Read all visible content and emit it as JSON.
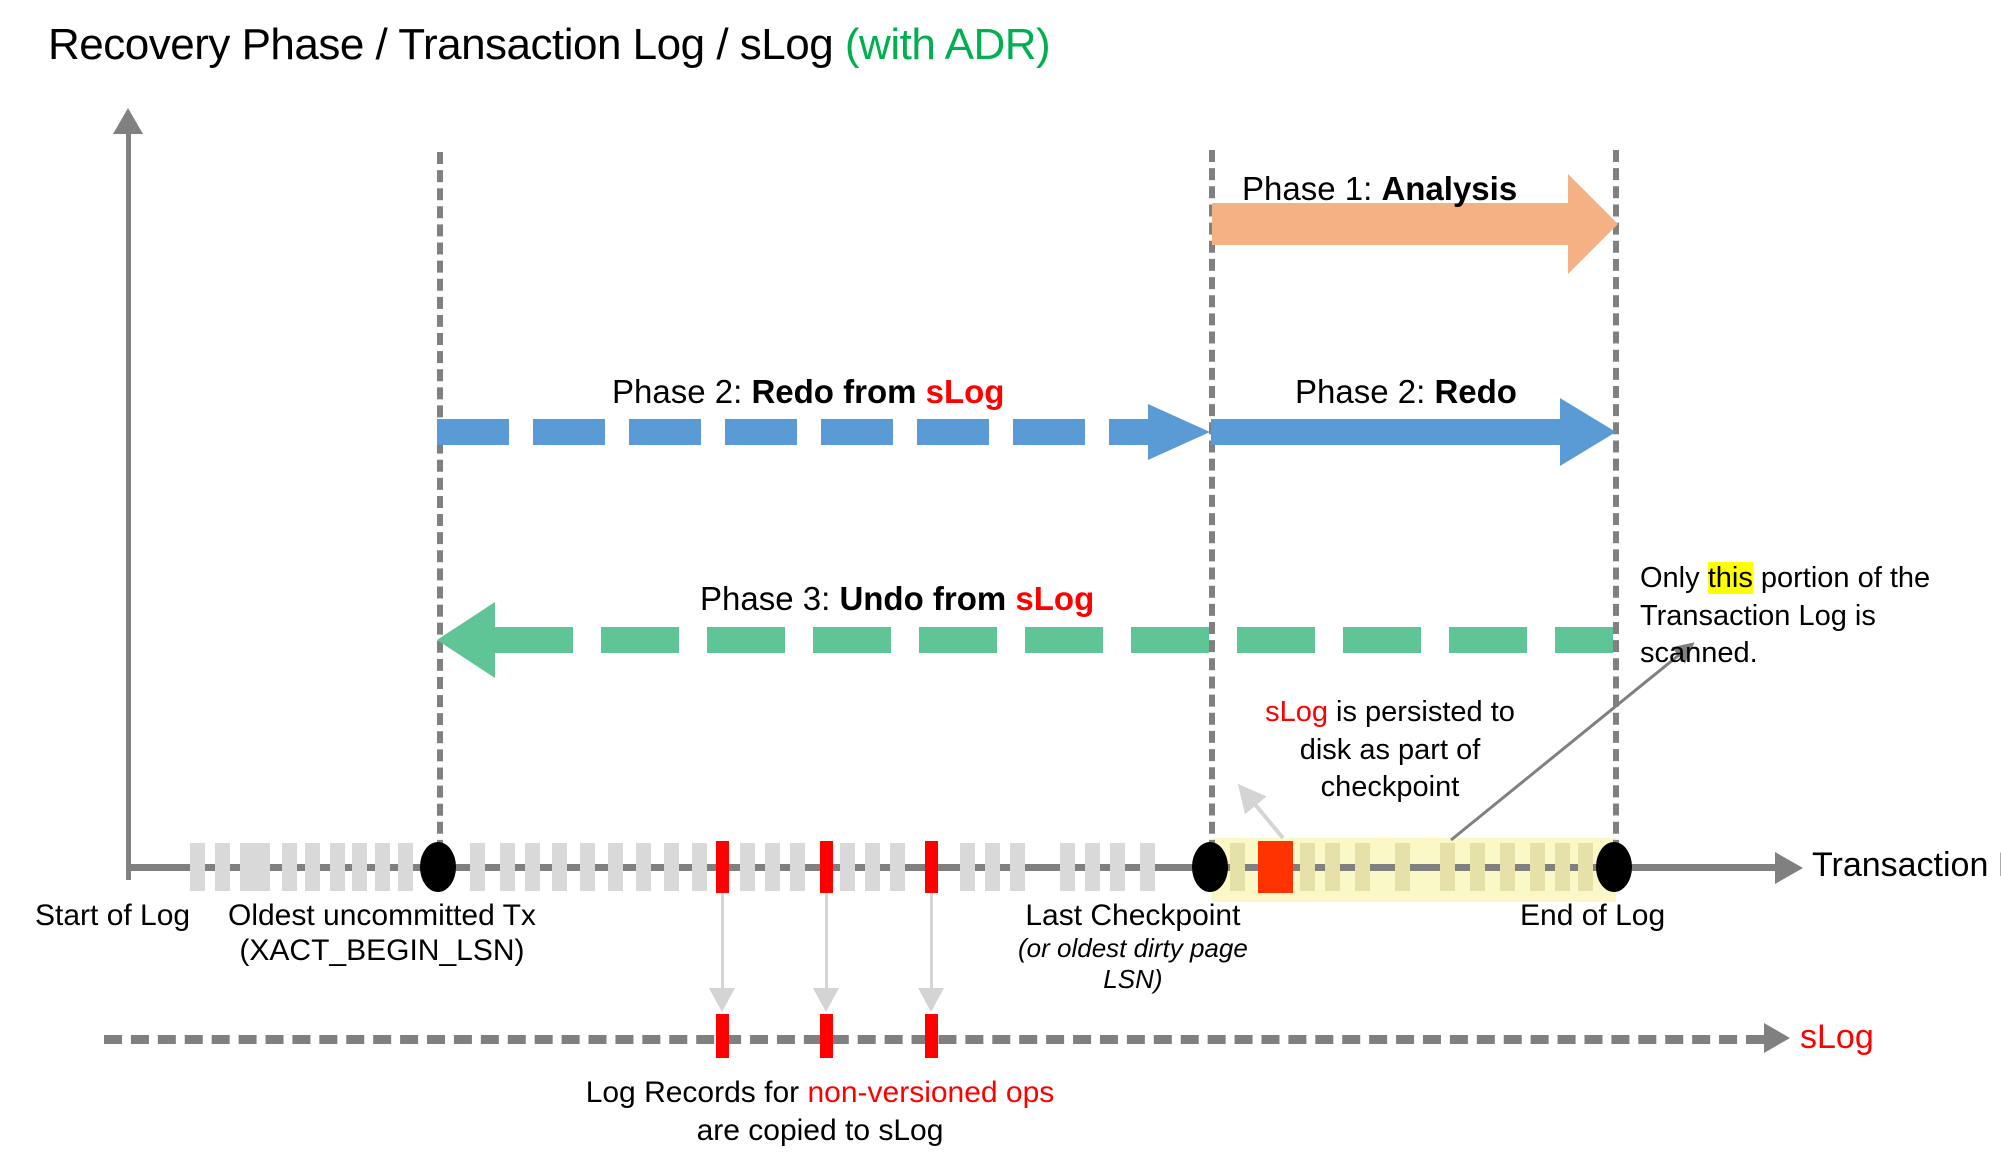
{
  "title": {
    "main": "Recovery Phase / Transaction Log / sLog ",
    "adr": "(with ADR)"
  },
  "axis": {
    "start_label": "Start of Log"
  },
  "timeline": {
    "transaction_log_label": "Transaction Log",
    "slog_label": "sLog",
    "markers": [
      {
        "name": "oldest-uncommitted-tx",
        "label_line1": "Oldest uncommitted Tx",
        "label_line2": "(XACT_BEGIN_LSN)"
      },
      {
        "name": "last-checkpoint",
        "label_line1": "Last Checkpoint",
        "label_line2": "(or oldest dirty page",
        "label_line3": "LSN)"
      },
      {
        "name": "end-of-log",
        "label_line1": "End of Log"
      }
    ]
  },
  "phases": [
    {
      "id": "phase-1-analysis",
      "prefix": "Phase 1: ",
      "name": "Analysis",
      "suffix": "",
      "color": "#F4B183",
      "style": "solid",
      "direction": "right"
    },
    {
      "id": "phase-2-redo-from-slog",
      "prefix": "Phase 2: ",
      "name": "Redo from ",
      "suffix": "sLog",
      "color": "#5B9BD5",
      "style": "dashed",
      "direction": "right"
    },
    {
      "id": "phase-2-redo",
      "prefix": "Phase 2: ",
      "name": "Redo",
      "suffix": "",
      "color": "#5B9BD5",
      "style": "solid",
      "direction": "right"
    },
    {
      "id": "phase-3-undo-from-slog",
      "prefix": "Phase 3: ",
      "name": "Undo from ",
      "suffix": "sLog",
      "color": "#5FC496",
      "style": "dashed",
      "direction": "left"
    }
  ],
  "callouts": {
    "slog_persist": {
      "part1": "sLog",
      "part2": " is persisted to disk as part of checkpoint"
    },
    "scan_portion": {
      "pre": "Only ",
      "highlight": "this",
      "post": " portion of the Transaction Log is scanned."
    },
    "copy_to_slog": {
      "pre": "Log Records for ",
      "highlight": "non-versioned ops",
      "post": " are copied to sLog"
    }
  },
  "colors": {
    "analysis": "#F4B183",
    "redo": "#5B9BD5",
    "undo": "#5FC496",
    "slog_red": "#FF0000",
    "highlight_yellow": "#FFFF00",
    "scan_band": "#FBF8C8",
    "adr_green": "#00B050"
  }
}
